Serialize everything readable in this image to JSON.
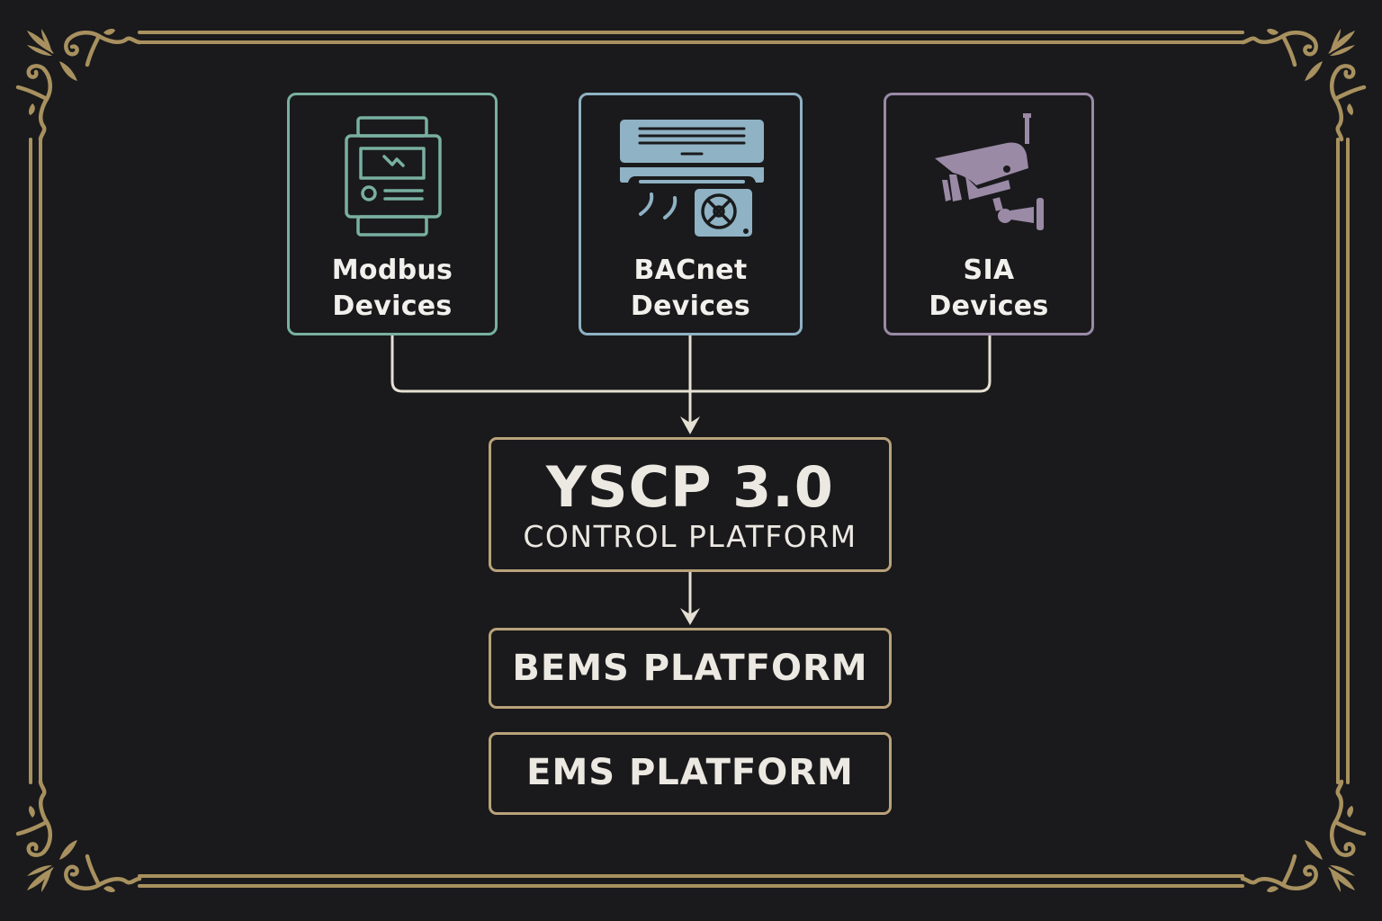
{
  "diagram": {
    "sources": [
      {
        "id": "modbus",
        "line1": "Modbus",
        "line2": "Devices",
        "icon": "meter-device-icon",
        "color": "#79b0a0"
      },
      {
        "id": "bacnet",
        "line1": "BACnet",
        "line2": "Devices",
        "icon": "air-conditioner-icon",
        "color": "#8fb2c4"
      },
      {
        "id": "sia",
        "line1": "SIA",
        "line2": "Devices",
        "icon": "security-camera-icon",
        "color": "#9a8aa6"
      }
    ],
    "hub": {
      "title": "YSCP 3.0",
      "subtitle": "CONTROL PLATFORM"
    },
    "outputs": [
      {
        "id": "bems",
        "label": "BEMS PLATFORM"
      },
      {
        "id": "ems",
        "label": "EMS PLATFORM"
      }
    ],
    "colors": {
      "background": "#1a1a1c",
      "gold": "#a8915f",
      "platform_border": "#b9a27a",
      "connector": "#e6e0d4",
      "text": "#f2f0ec"
    }
  }
}
